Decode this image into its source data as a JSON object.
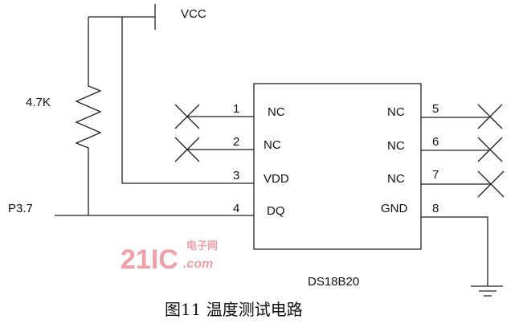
{
  "power_label": "VCC",
  "resistor_label": "4.7K",
  "port_label": "P3.7",
  "chip": {
    "name": "DS18B20",
    "left_pins": [
      {
        "num": "1",
        "name": "NC"
      },
      {
        "num": "2",
        "name": "NC"
      },
      {
        "num": "3",
        "name": "VDD"
      },
      {
        "num": "4",
        "name": "DQ"
      }
    ],
    "right_pins": [
      {
        "num": "5",
        "name": "NC"
      },
      {
        "num": "6",
        "name": "NC"
      },
      {
        "num": "7",
        "name": "NC"
      },
      {
        "num": "8",
        "name": "GND"
      }
    ]
  },
  "watermark": {
    "brand": "21IC",
    "cn": "电子网",
    "domain": ".com"
  },
  "caption": "图11  温度测试电路"
}
